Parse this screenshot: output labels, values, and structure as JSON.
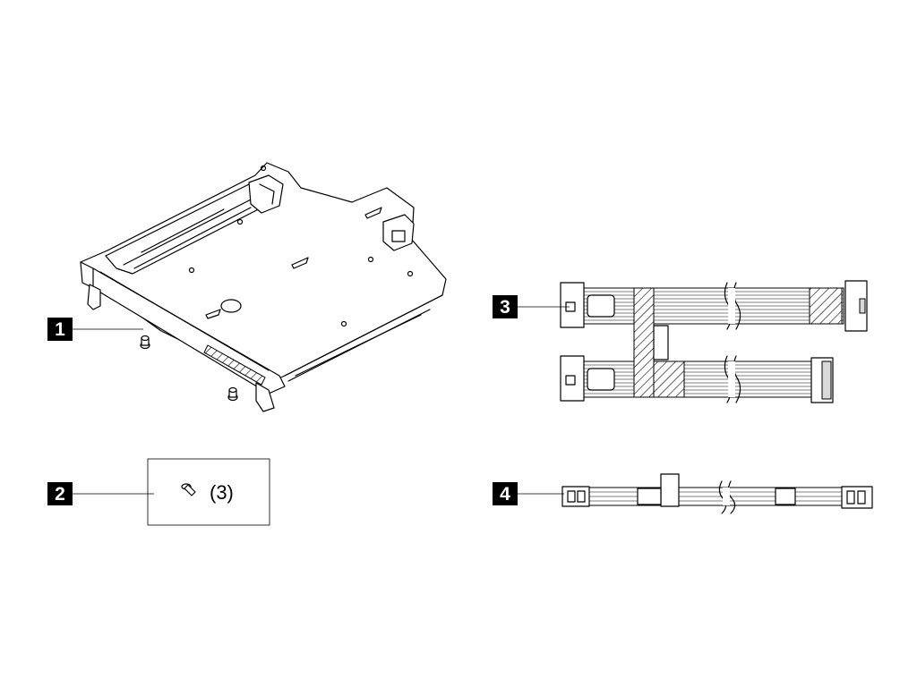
{
  "callouts": [
    {
      "id": 1,
      "label": "1"
    },
    {
      "id": 2,
      "label": "2"
    },
    {
      "id": 3,
      "label": "3"
    },
    {
      "id": 4,
      "label": "4"
    }
  ],
  "screw_quantity": "(3)",
  "colors": {
    "ink": "#000000",
    "background": "#ffffff",
    "callout_fill": "#000000",
    "callout_text": "#ffffff"
  }
}
